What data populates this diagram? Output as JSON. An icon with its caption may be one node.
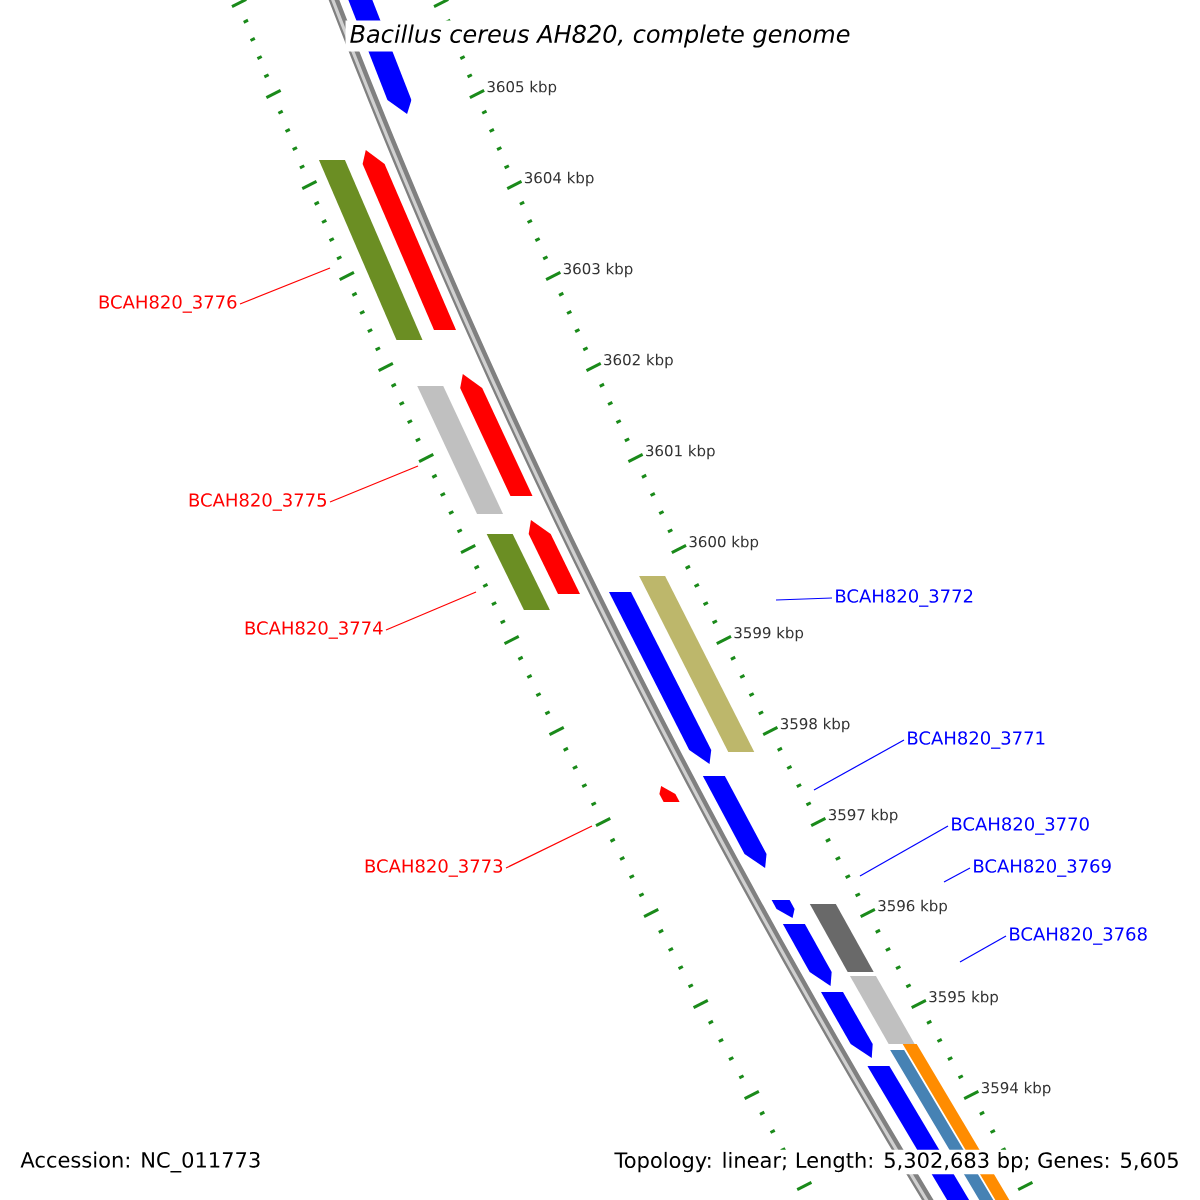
{
  "diagram": {
    "title": "Bacillus cereus AH820, complete genome",
    "nodes": [
      {
        "text": [
          "BCAH820_3776"
        ]
      },
      {
        "text": [
          "BCAH820_3775"
        ]
      },
      {
        "text": [
          "BCAH820_3772"
        ]
      },
      {
        "text": [
          "BCAH820_3774"
        ]
      },
      {
        "text": [
          "BCAH820_3771"
        ]
      },
      {
        "text": [
          "BCAH820_3770"
        ]
      },
      {
        "text": [
          "BCAH820_3773"
        ]
      },
      {
        "text": [
          "BCAH820_3769"
        ]
      },
      {
        "text": [
          "BCAH820_3768"
        ]
      }
    ],
    "edges": [
      {
        "from": 0,
        "to": null,
        "arrow": "none",
        "color": "#ff0000"
      },
      {
        "from": 1,
        "to": null,
        "arrow": "none",
        "color": "#ff0000"
      },
      {
        "from": 2,
        "to": null,
        "arrow": "none"
      },
      {
        "from": 3,
        "to": null,
        "arrow": "none",
        "color": "#ff0000"
      },
      {
        "from": 4,
        "to": null,
        "arrow": "none"
      },
      {
        "from": 5,
        "to": null,
        "arrow": "none"
      },
      {
        "from": 6,
        "to": null,
        "arrow": "none",
        "color": "#ff0000"
      },
      {
        "from": 7,
        "to": null,
        "arrow": "none"
      },
      {
        "from": 8,
        "to": null,
        "arrow": "none"
      }
    ],
    "labels": [
      "3605 kbp",
      "3604 kbp",
      "3603 kbp",
      "3602 kbp",
      "3601 kbp",
      "3600 kbp",
      "3599 kbp",
      "3598 kbp",
      "3597 kbp",
      "3596 kbp",
      "3595 kbp",
      "3594 kbp",
      "Accession: NC_011773",
      "Topology: linear; Length: 5,302,683 bp; Genes: 5,605"
    ]
  }
}
